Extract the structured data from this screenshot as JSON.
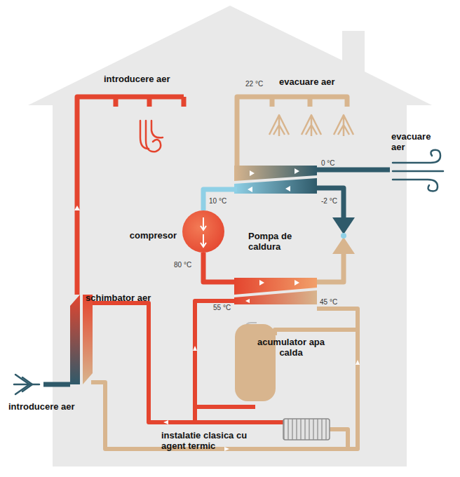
{
  "diagram": {
    "nodes": [
      {
        "text": [
          "compresor"
        ]
      },
      {
        "text": [
          "acumulator apa calda"
        ]
      }
    ],
    "labels": [
      "introducere aer",
      "22 °C",
      "evacuare aer",
      "evacuare aer",
      "0 °C",
      "10 °C",
      "-2 °C",
      "Pompa de caldura",
      "80 °C",
      "schimbator aer",
      "55 °C",
      "45 °C",
      "introducere aer",
      "instalatie clasica cu agent termic"
    ]
  }
}
